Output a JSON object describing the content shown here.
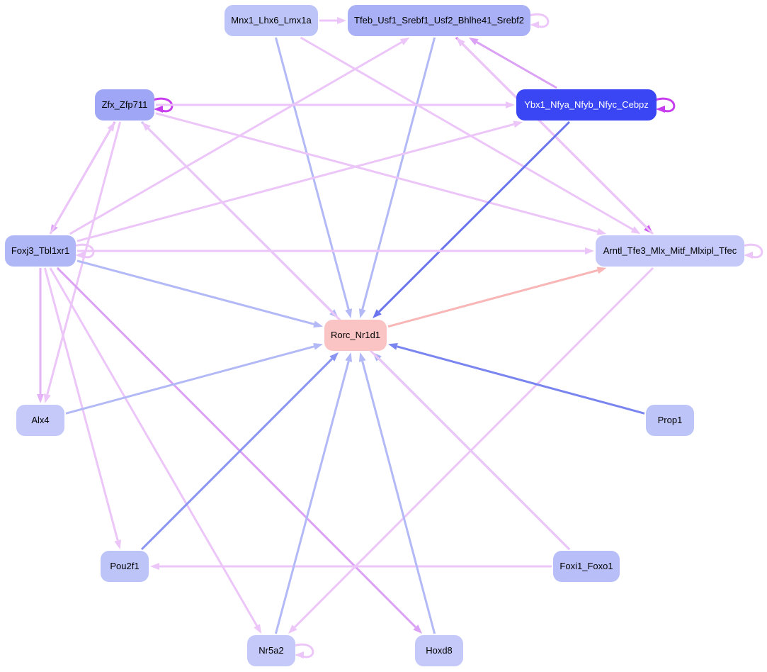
{
  "nodes": [
    {
      "id": "mnx1",
      "label": "Mnx1_Lhx6_Lmx1a",
      "fill": "#bcc4f8",
      "text": "#000000"
    },
    {
      "id": "tfeb",
      "label": "Tfeb_Usf1_Srebf1_Usf2_Bhlhe41_Srebf2",
      "fill": "#a9b0f6",
      "text": "#000000"
    },
    {
      "id": "zfx",
      "label": "Zfx_Zfp711",
      "fill": "#9ea6f5",
      "text": "#000000"
    },
    {
      "id": "ybx1",
      "label": "Ybx1_Nfya_Nfyb_Nfyc_Cebpz",
      "fill": "#3a45f4",
      "text": "#ffffff"
    },
    {
      "id": "foxj3",
      "label": "Foxj3_Tbl1xr1",
      "fill": "#b0b7f7",
      "text": "#000000"
    },
    {
      "id": "arntl",
      "label": "Arntl_Tfe3_Mlx_Mitf_Mlxipl_Tfec",
      "fill": "#c4c9f9",
      "text": "#000000"
    },
    {
      "id": "rorc",
      "label": "Rorc_Nr1d1",
      "fill": "#fbc4c4",
      "text": "#000000"
    },
    {
      "id": "alx4",
      "label": "Alx4",
      "fill": "#c4c9f9",
      "text": "#000000"
    },
    {
      "id": "prop1",
      "label": "Prop1",
      "fill": "#bcc4f8",
      "text": "#000000"
    },
    {
      "id": "pou2f1",
      "label": "Pou2f1",
      "fill": "#bcc4f8",
      "text": "#000000"
    },
    {
      "id": "foxi1",
      "label": "Foxi1_Foxo1",
      "fill": "#b8bff8",
      "text": "#000000"
    },
    {
      "id": "nr5a2",
      "label": "Nr5a2",
      "fill": "#c4c9f9",
      "text": "#000000"
    },
    {
      "id": "hoxd8",
      "label": "Hoxd8",
      "fill": "#c4c9f9",
      "text": "#000000"
    }
  ],
  "edges": [
    {
      "from": "mnx1",
      "to": "tfeb",
      "color": "#ecc6f8"
    },
    {
      "from": "mnx1",
      "to": "rorc",
      "color": "#b2b9f6"
    },
    {
      "from": "mnx1",
      "to": "arntl",
      "color": "#ecc6f8"
    },
    {
      "from": "tfeb",
      "to": "tfeb",
      "color": "#ecc6f8"
    },
    {
      "from": "tfeb",
      "to": "rorc",
      "color": "#b2b9f6"
    },
    {
      "from": "tfeb",
      "to": "arntl",
      "color": "#cf55f0"
    },
    {
      "from": "ybx1",
      "to": "tfeb",
      "color": "#dba1f5"
    },
    {
      "from": "arntl",
      "to": "tfeb",
      "color": "#ecc6f8"
    },
    {
      "from": "zfx",
      "to": "zfx",
      "color": "#c73cee"
    },
    {
      "from": "zfx",
      "to": "ybx1",
      "color": "#ecc6f8"
    },
    {
      "from": "zfx",
      "to": "rorc",
      "color": "#b2b9f6"
    },
    {
      "from": "zfx",
      "to": "foxj3",
      "color": "#dba1f5"
    },
    {
      "from": "zfx",
      "to": "alx4",
      "color": "#ecc6f8"
    },
    {
      "from": "zfx",
      "to": "arntl",
      "color": "#ecc6f8"
    },
    {
      "from": "ybx1",
      "to": "ybx1",
      "color": "#c73cee"
    },
    {
      "from": "ybx1",
      "to": "rorc",
      "color": "#6a75ee"
    },
    {
      "from": "foxj3",
      "to": "tfeb",
      "color": "#ecc6f8"
    },
    {
      "from": "foxj3",
      "to": "ybx1",
      "color": "#ecc6f8"
    },
    {
      "from": "foxj3",
      "to": "zfx",
      "color": "#ecc6f8"
    },
    {
      "from": "foxj3",
      "to": "foxj3",
      "color": "#ecc6f8"
    },
    {
      "from": "foxj3",
      "to": "arntl",
      "color": "#ecc6f8"
    },
    {
      "from": "foxj3",
      "to": "rorc",
      "color": "#b2b9f6"
    },
    {
      "from": "foxj3",
      "to": "alx4",
      "color": "#e4b2f6"
    },
    {
      "from": "foxj3",
      "to": "pou2f1",
      "color": "#ecc6f8"
    },
    {
      "from": "foxj3",
      "to": "nr5a2",
      "color": "#ecc6f8"
    },
    {
      "from": "foxj3",
      "to": "hoxd8",
      "color": "#dba1f5"
    },
    {
      "from": "arntl",
      "to": "arntl",
      "color": "#ecc6f8"
    },
    {
      "from": "arntl",
      "to": "nr5a2",
      "color": "#ecc6f8"
    },
    {
      "from": "rorc",
      "to": "arntl",
      "color": "#f9b6b6"
    },
    {
      "from": "alx4",
      "to": "rorc",
      "color": "#b2b9f6"
    },
    {
      "from": "prop1",
      "to": "rorc",
      "color": "#7a85ef"
    },
    {
      "from": "pou2f1",
      "to": "rorc",
      "color": "#8a94f2"
    },
    {
      "from": "foxi1",
      "to": "rorc",
      "color": "#a7aff5"
    },
    {
      "from": "foxi1",
      "to": "pou2f1",
      "color": "#ecc6f8"
    },
    {
      "from": "foxi1",
      "to": "zfx",
      "color": "#ecc6f8"
    },
    {
      "from": "nr5a2",
      "to": "rorc",
      "color": "#b2b9f6"
    },
    {
      "from": "nr5a2",
      "to": "nr5a2",
      "color": "#ecc6f8"
    },
    {
      "from": "hoxd8",
      "to": "rorc",
      "color": "#b2b9f6"
    }
  ]
}
